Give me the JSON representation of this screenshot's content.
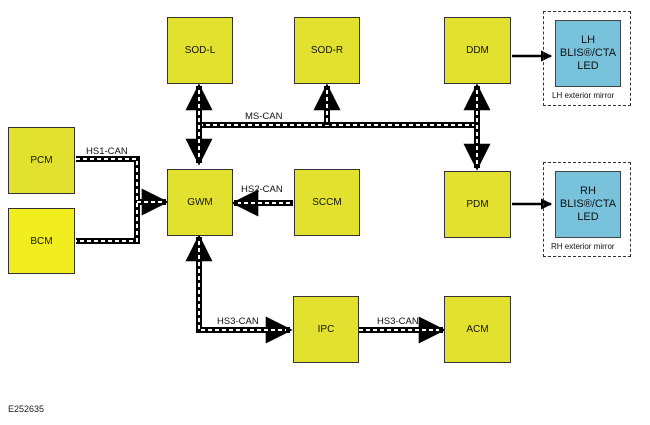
{
  "modules": {
    "sod_l": "SOD-L",
    "sod_r": "SOD-R",
    "ddm": "DDM",
    "pcm": "PCM",
    "bcm": "BCM",
    "gwm": "GWM",
    "sccm": "SCCM",
    "pdm": "PDM",
    "ipc": "IPC",
    "acm": "ACM"
  },
  "leds": {
    "lh": {
      "line1": "LH",
      "line2": "BLIS®/CTA",
      "line3": "LED"
    },
    "rh": {
      "line1": "RH",
      "line2": "BLIS®/CTA",
      "line3": "LED"
    }
  },
  "mirrors": {
    "lh_label": "LH exterior mirror",
    "rh_label": "RH exterior mirror"
  },
  "buses": {
    "ms_can": "MS-CAN",
    "hs1_can": "HS1-CAN",
    "hs2_can": "HS2-CAN",
    "hs3_can_a": "HS3-CAN",
    "hs3_can_b": "HS3-CAN"
  },
  "figure_code": "E252635",
  "colors": {
    "module_fill": "#e3e12f",
    "bcm_fill": "#f1ed1f",
    "led_fill": "#78c2dc",
    "line": "#000000"
  }
}
